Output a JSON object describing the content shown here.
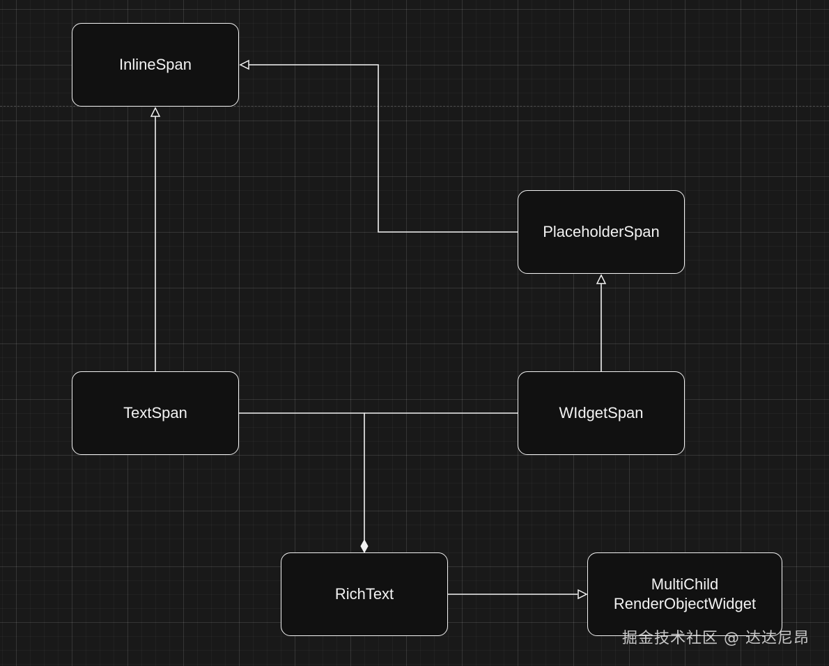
{
  "diagram": {
    "nodes": [
      {
        "id": "inlinespan",
        "label": "InlineSpan"
      },
      {
        "id": "placeholderspan",
        "label": "PlaceholderSpan"
      },
      {
        "id": "textspan",
        "label": "TextSpan"
      },
      {
        "id": "widgetspan",
        "label": "WIdgetSpan"
      },
      {
        "id": "richtext",
        "label": "RichText"
      },
      {
        "id": "multichild",
        "label": "MultiChild\nRenderObjectWidget"
      }
    ],
    "edges": [
      {
        "from": "textspan",
        "to": "inlinespan",
        "type": "inheritance"
      },
      {
        "from": "placeholderspan",
        "to": "inlinespan",
        "type": "inheritance"
      },
      {
        "from": "widgetspan",
        "to": "placeholderspan",
        "type": "inheritance"
      },
      {
        "from": "textspan",
        "to": "richtext",
        "type": "composition"
      },
      {
        "from": "widgetspan",
        "to": "richtext",
        "type": "composition"
      },
      {
        "from": "richtext",
        "to": "multichild",
        "type": "inheritance"
      }
    ]
  },
  "watermark": "掘金技术社区 @ 达达尼昂",
  "colors": {
    "background": "#191919",
    "stroke": "#f2f2f2",
    "node_fill": "#111111"
  }
}
